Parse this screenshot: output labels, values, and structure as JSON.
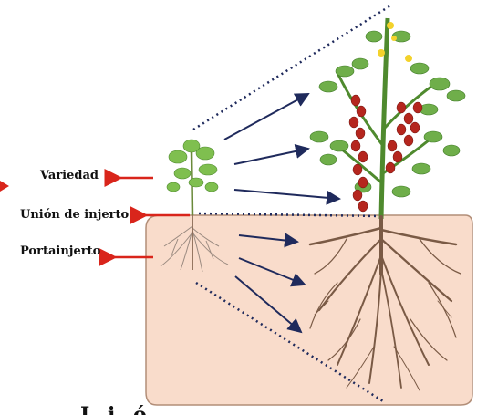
{
  "labels": {
    "variedad": "Variedad",
    "union": "Unión de injerto",
    "portainjerto": "Portainjerto"
  },
  "caption_partial": "I  i  ó",
  "colors": {
    "soil_fill": "#f9dccb",
    "soil_stroke": "#b28e78",
    "label_arrow": "#d9251b",
    "blue_arrow": "#1f2a5c",
    "root": "#7a5a45",
    "leaf": "#6fae4a",
    "fruit": "#b5261e"
  },
  "icons": [
    "small-grafted-seedling",
    "mature-tomato-plant-with-fruit",
    "root-system"
  ]
}
